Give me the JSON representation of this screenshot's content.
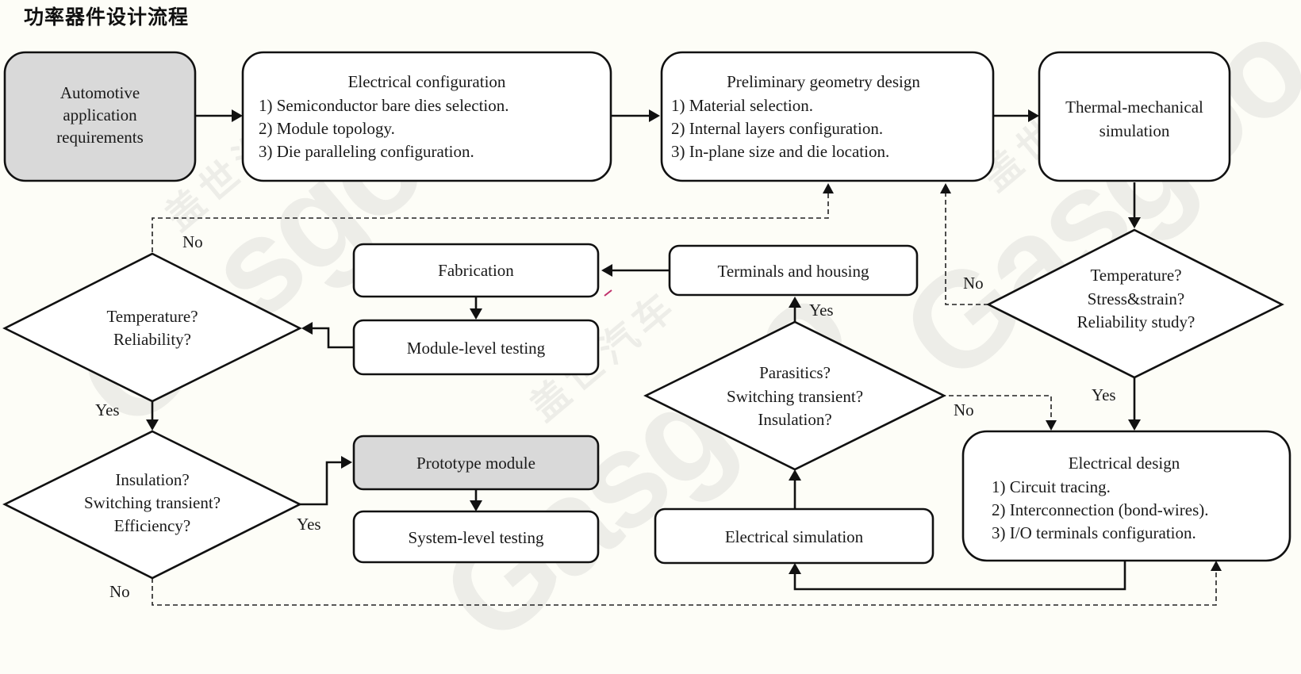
{
  "title": "功率器件设计流程",
  "watermark": {
    "brand": "Gasgoo",
    "cn": "盖世汽车"
  },
  "nodes": {
    "automotive": {
      "shape": "rounded-box",
      "fill": "#d9d9d9",
      "lines": [
        "Automotive",
        "application",
        "requirements"
      ]
    },
    "electrical_config": {
      "shape": "rounded-box",
      "lines": [
        "Electrical configuration"
      ],
      "items": [
        "1) Semiconductor bare dies selection.",
        "2) Module topology.",
        "3) Die paralleling configuration."
      ]
    },
    "geometry": {
      "shape": "rounded-box",
      "lines": [
        "Preliminary geometry design"
      ],
      "items": [
        "1) Material selection.",
        "2) Internal layers configuration.",
        "3) In-plane size and die location."
      ]
    },
    "thermal_sim": {
      "shape": "rounded-box",
      "lines": [
        "Thermal-mechanical",
        "simulation"
      ]
    },
    "thermal_check": {
      "shape": "diamond",
      "lines": [
        "Temperature?",
        "Stress&strain?",
        "Reliability study?"
      ]
    },
    "electrical_design": {
      "shape": "rounded-box",
      "lines": [
        "Electrical design"
      ],
      "items": [
        "1) Circuit tracing.",
        "2) Interconnection (bond-wires).",
        "3) I/O terminals configuration."
      ]
    },
    "electrical_sim": {
      "shape": "rounded-box",
      "lines": [
        "Electrical simulation"
      ]
    },
    "parasitics_check": {
      "shape": "diamond",
      "lines": [
        "Parasitics?",
        "Switching transient?",
        "Insulation?"
      ]
    },
    "terminals": {
      "shape": "rounded-box",
      "lines": [
        "Terminals and housing"
      ]
    },
    "fabrication": {
      "shape": "rounded-box",
      "lines": [
        "Fabrication"
      ]
    },
    "module_testing": {
      "shape": "rounded-box",
      "lines": [
        "Module-level testing"
      ]
    },
    "reliability_check": {
      "shape": "diamond",
      "lines": [
        "Temperature?",
        "Reliability?"
      ]
    },
    "insulation_check": {
      "shape": "diamond",
      "lines": [
        "Insulation?",
        "Switching transient?",
        "Efficiency?"
      ]
    },
    "prototype": {
      "shape": "rounded-box",
      "fill": "#d9d9d9",
      "lines": [
        "Prototype module"
      ]
    },
    "system_testing": {
      "shape": "rounded-box",
      "lines": [
        "System-level testing"
      ]
    }
  },
  "edge_labels": {
    "yes": "Yes",
    "no": "No"
  },
  "edges": [
    {
      "from": "automotive",
      "to": "electrical_config",
      "style": "solid"
    },
    {
      "from": "electrical_config",
      "to": "geometry",
      "style": "solid"
    },
    {
      "from": "geometry",
      "to": "thermal_sim",
      "style": "solid"
    },
    {
      "from": "thermal_sim",
      "to": "thermal_check",
      "style": "solid"
    },
    {
      "from": "thermal_check",
      "to": "electrical_design",
      "style": "solid",
      "label": "Yes"
    },
    {
      "from": "thermal_check",
      "to": "geometry",
      "style": "dashed",
      "label": "No"
    },
    {
      "from": "electrical_design",
      "to": "electrical_sim",
      "style": "solid"
    },
    {
      "from": "electrical_sim",
      "to": "parasitics_check",
      "style": "solid"
    },
    {
      "from": "parasitics_check",
      "to": "terminals",
      "style": "solid",
      "label": "Yes"
    },
    {
      "from": "parasitics_check",
      "to": "electrical_design",
      "style": "dashed",
      "label": "No"
    },
    {
      "from": "terminals",
      "to": "fabrication",
      "style": "solid"
    },
    {
      "from": "fabrication",
      "to": "module_testing",
      "style": "solid"
    },
    {
      "from": "module_testing",
      "to": "reliability_check",
      "style": "solid"
    },
    {
      "from": "reliability_check",
      "to": "insulation_check",
      "style": "solid",
      "label": "Yes"
    },
    {
      "from": "reliability_check",
      "to": "geometry",
      "style": "dashed",
      "label": "No"
    },
    {
      "from": "insulation_check",
      "to": "prototype",
      "style": "solid",
      "label": "Yes"
    },
    {
      "from": "insulation_check",
      "to": "electrical_design",
      "style": "dashed",
      "label": "No"
    },
    {
      "from": "prototype",
      "to": "system_testing",
      "style": "solid"
    }
  ]
}
